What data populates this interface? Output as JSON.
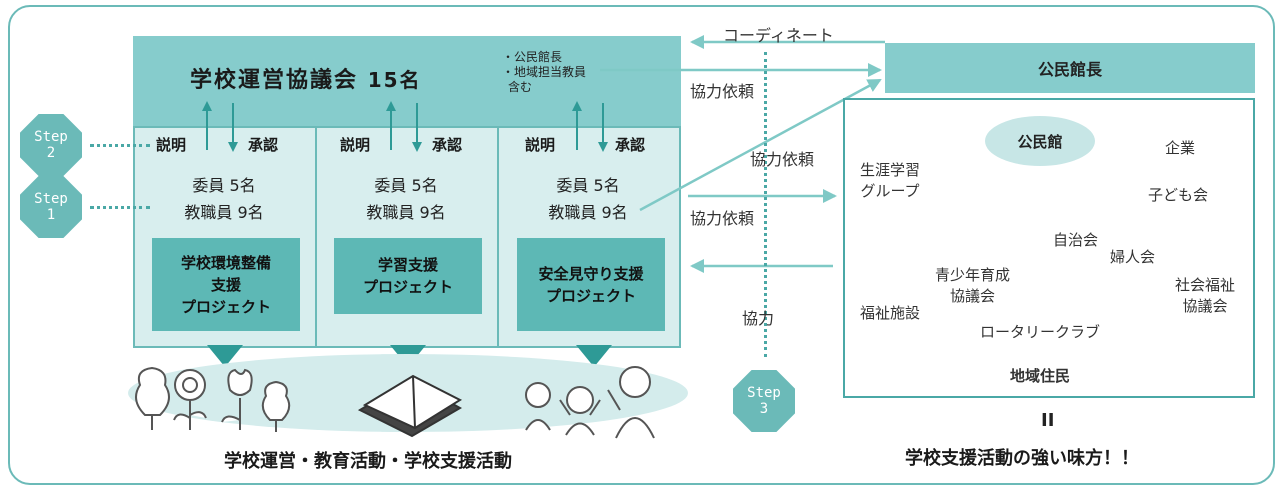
{
  "council": {
    "title": "学校運営協議会",
    "count": "15名",
    "notes": [
      "・公民館長",
      "・地域担当教員",
      "含む"
    ]
  },
  "columns": [
    {
      "explain": "説明",
      "approve": "承認",
      "members": [
        "委員 5名",
        "教職員 9名"
      ],
      "project": [
        "学校環境整備",
        "支援",
        "プロジェクト"
      ]
    },
    {
      "explain": "説明",
      "approve": "承認",
      "members": [
        "委員 5名",
        "教職員 9名"
      ],
      "project": [
        "学習支援",
        "プロジェクト"
      ]
    },
    {
      "explain": "説明",
      "approve": "承認",
      "members": [
        "委員 5名",
        "教職員 9名"
      ],
      "project": [
        "安全見守り支援",
        "プロジェクト"
      ]
    }
  ],
  "steps": [
    {
      "word": "Step",
      "num": "2"
    },
    {
      "word": "Step",
      "num": "1"
    },
    {
      "word": "Step",
      "num": "3"
    }
  ],
  "flows": {
    "coordinate": "コーディネート",
    "request1": "協力依頼",
    "request2": "協力依頼",
    "request3": "協力依頼",
    "cooperate": "協力"
  },
  "community": {
    "chief": "公民館長",
    "hub": "公民館",
    "orgs": [
      "生涯学習",
      "グループ",
      "企業",
      "子ども会",
      "自治会",
      "婦人会",
      "青少年育成",
      "協議会",
      "社会福祉",
      "協議会",
      "福祉施設",
      "ロータリークラブ"
    ],
    "footer": "地域住民",
    "equals": "II",
    "tagline": "学校支援活動の強い味方！！"
  },
  "bottom_title": "学校運営・教育活動・学校支援活動"
}
